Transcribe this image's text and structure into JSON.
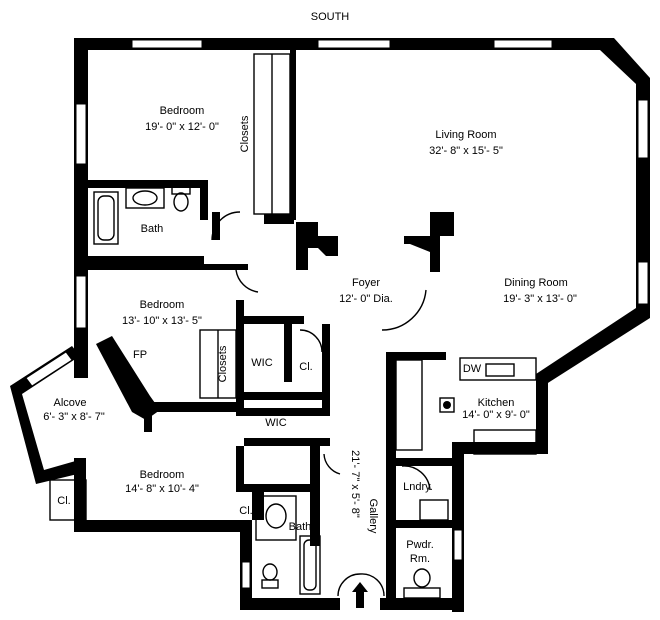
{
  "plan": {
    "orientation": "SOUTH",
    "rooms": {
      "bedroom_master": {
        "name": "Bedroom",
        "dims": "19'- 0\" x 12'- 0\""
      },
      "living": {
        "name": "Living Room",
        "dims": "32'- 8\" x 15'- 5\""
      },
      "foyer": {
        "name": "Foyer",
        "dims": "12'- 0\" Dia."
      },
      "dining": {
        "name": "Dining Room",
        "dims": "19'- 3\" x 13'- 0\""
      },
      "bedroom_2": {
        "name": "Bedroom",
        "dims": "13'- 10\" x 13'- 5\""
      },
      "alcove": {
        "name": "Alcove",
        "dims": "6'- 3\" x 8'- 7\""
      },
      "kitchen": {
        "name": "Kitchen",
        "dims": "14'- 0\" x 9'- 0\""
      },
      "bedroom_3": {
        "name": "Bedroom",
        "dims": "14'- 8\" x 10'- 4\""
      },
      "gallery": {
        "name": "Gallery",
        "dims": "21'- 7\" x 5'- 8\""
      }
    },
    "labels": {
      "closets_top": "Closets",
      "bath_top": "Bath",
      "fp": "FP",
      "closets_mid": "Closets",
      "wic_1": "WIC",
      "cl_1": "Cl.",
      "wic_2": "WIC",
      "laundry": "Lndry.",
      "cl_2": "Cl.",
      "cl_3": "Cl.",
      "bath_bottom": "Bath",
      "powder_1": "Pwdr.",
      "powder_2": "Rm.",
      "dw": "DW"
    }
  }
}
